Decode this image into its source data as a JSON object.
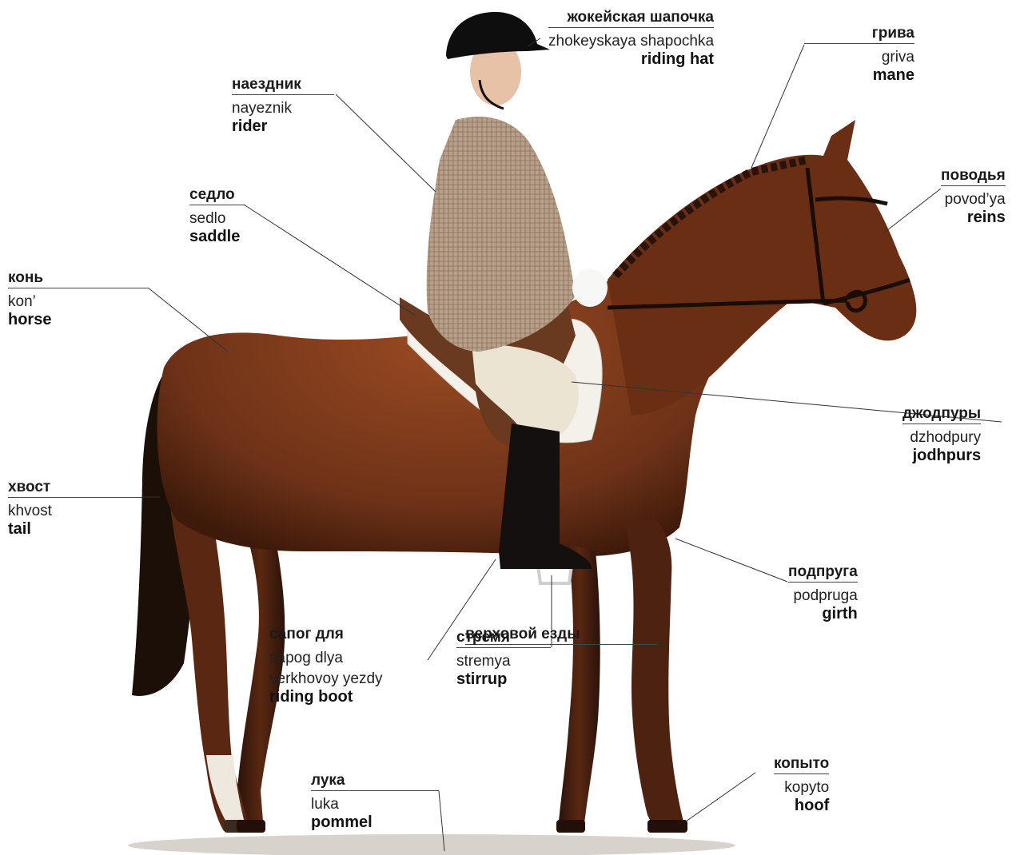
{
  "labels": {
    "riding_hat": {
      "ru": "жокейская шапочка",
      "translit": "zhokeyskaya shapochka",
      "en": "riding hat"
    },
    "mane": {
      "ru": "грива",
      "translit": "griva",
      "en": "mane"
    },
    "rider": {
      "ru": "наездник",
      "translit": "nayeznik",
      "en": "rider"
    },
    "reins": {
      "ru": "поводья",
      "translit": "povod’ya",
      "en": "reins"
    },
    "saddle": {
      "ru": "седло",
      "translit": "sedlo",
      "en": "saddle"
    },
    "horse": {
      "ru": "конь",
      "translit": "kon’",
      "en": "horse"
    },
    "jodhpurs": {
      "ru": "джодпуры",
      "translit": "dzhodpury",
      "en": "jodhpurs"
    },
    "tail": {
      "ru": "хвост",
      "translit": "khvost",
      "en": "tail"
    },
    "girth": {
      "ru": "подпруга",
      "translit": "podpruga",
      "en": "girth"
    },
    "riding_boot": {
      "ru1": "сапог для",
      "ru2": "верховой езды",
      "translit1": "sapog dlya",
      "translit2": "verkhovoy yezdy",
      "en": "riding boot"
    },
    "stirrup": {
      "ru": "стремя",
      "translit": "stremya",
      "en": "stirrup"
    },
    "hoof": {
      "ru": "копыто",
      "translit": "kopyto",
      "en": "hoof"
    },
    "pommel": {
      "ru": "лука",
      "translit": "luka",
      "en": "pommel"
    }
  },
  "colors": {
    "horse": "#7a3a1c",
    "horse_dark": "#4a1e0c",
    "tail": "#1a0e08",
    "jacket": "#b49a86",
    "jodhpurs": "#ece4d2",
    "boot": "#151010",
    "hat": "#0e0e0e"
  }
}
